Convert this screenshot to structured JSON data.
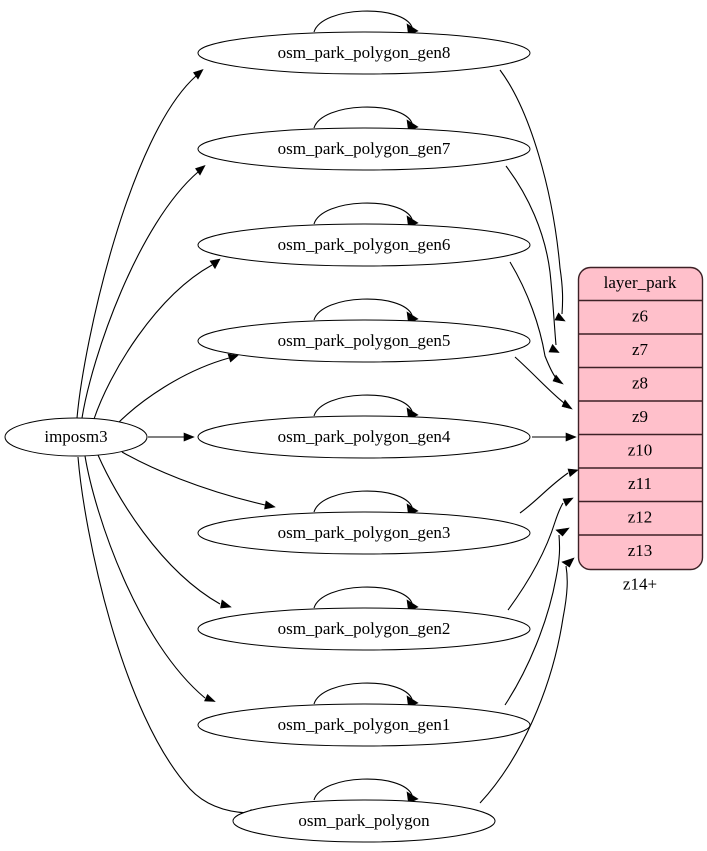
{
  "diagram": {
    "type": "directed-graph",
    "title": "",
    "background_color": "#ffffff",
    "source_node": {
      "id": "imposm3",
      "label": "imposm3",
      "shape": "ellipse",
      "fill": "#ffffff",
      "stroke": "#000000"
    },
    "generalized_nodes": [
      {
        "id": "osm_park_polygon_gen8",
        "label": "osm_park_polygon_gen8",
        "shape": "ellipse",
        "self_loop": true
      },
      {
        "id": "osm_park_polygon_gen7",
        "label": "osm_park_polygon_gen7",
        "shape": "ellipse",
        "self_loop": true
      },
      {
        "id": "osm_park_polygon_gen6",
        "label": "osm_park_polygon_gen6",
        "shape": "ellipse",
        "self_loop": true
      },
      {
        "id": "osm_park_polygon_gen5",
        "label": "osm_park_polygon_gen5",
        "shape": "ellipse",
        "self_loop": true
      },
      {
        "id": "osm_park_polygon_gen4",
        "label": "osm_park_polygon_gen4",
        "shape": "ellipse",
        "self_loop": true
      },
      {
        "id": "osm_park_polygon_gen3",
        "label": "osm_park_polygon_gen3",
        "shape": "ellipse",
        "self_loop": true
      },
      {
        "id": "osm_park_polygon_gen2",
        "label": "osm_park_polygon_gen2",
        "shape": "ellipse",
        "self_loop": true
      },
      {
        "id": "osm_park_polygon_gen1",
        "label": "osm_park_polygon_gen1",
        "shape": "ellipse",
        "self_loop": true
      },
      {
        "id": "osm_park_polygon",
        "label": "osm_park_polygon",
        "shape": "ellipse",
        "self_loop": true
      }
    ],
    "layer_table": {
      "id": "layer_park",
      "header": "layer_park",
      "fill": "#ffc0cb",
      "stroke": "#3d2126",
      "rows": [
        {
          "id": "z6",
          "label": "z6"
        },
        {
          "id": "z7",
          "label": "z7"
        },
        {
          "id": "z8",
          "label": "z8"
        },
        {
          "id": "z9",
          "label": "z9"
        },
        {
          "id": "z10",
          "label": "z10"
        },
        {
          "id": "z11",
          "label": "z11"
        },
        {
          "id": "z12",
          "label": "z12"
        },
        {
          "id": "z13",
          "label": "z13"
        },
        {
          "id": "z14plus",
          "label": "z14+"
        }
      ]
    },
    "edges": [
      {
        "from": "imposm3",
        "to": "osm_park_polygon_gen8"
      },
      {
        "from": "imposm3",
        "to": "osm_park_polygon_gen7"
      },
      {
        "from": "imposm3",
        "to": "osm_park_polygon_gen6"
      },
      {
        "from": "imposm3",
        "to": "osm_park_polygon_gen5"
      },
      {
        "from": "imposm3",
        "to": "osm_park_polygon_gen4"
      },
      {
        "from": "imposm3",
        "to": "osm_park_polygon_gen3"
      },
      {
        "from": "imposm3",
        "to": "osm_park_polygon_gen2"
      },
      {
        "from": "imposm3",
        "to": "osm_park_polygon_gen1"
      },
      {
        "from": "imposm3",
        "to": "osm_park_polygon"
      },
      {
        "from": "osm_park_polygon_gen8",
        "to": "z6"
      },
      {
        "from": "osm_park_polygon_gen7",
        "to": "z7"
      },
      {
        "from": "osm_park_polygon_gen6",
        "to": "z8"
      },
      {
        "from": "osm_park_polygon_gen5",
        "to": "z9"
      },
      {
        "from": "osm_park_polygon_gen4",
        "to": "z10"
      },
      {
        "from": "osm_park_polygon_gen3",
        "to": "z11"
      },
      {
        "from": "osm_park_polygon_gen2",
        "to": "z12"
      },
      {
        "from": "osm_park_polygon_gen1",
        "to": "z13"
      },
      {
        "from": "osm_park_polygon",
        "to": "z14plus"
      }
    ]
  }
}
